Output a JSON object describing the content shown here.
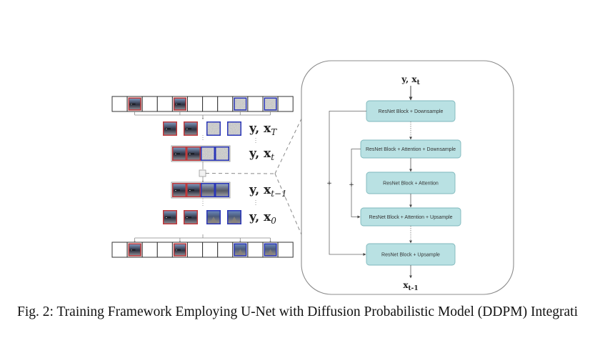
{
  "figure": {
    "caption": "Fig. 2: Training Framework Employing U-Net with Diffusion Probabilistic Model (DDPM) Integrati",
    "colors": {
      "condition_frame": "#c0393b",
      "target_frame": "#2a36b8",
      "box_fill": "#b9e1e3",
      "box_stroke": "#7fb8bc",
      "line": "#555555",
      "dash": "#8a8a8a"
    },
    "sequence": {
      "cells": 12,
      "condition_indices": [
        1,
        4
      ],
      "target_indices": [
        8,
        10
      ]
    },
    "stages": [
      {
        "id": "xT",
        "y_label": "y, x",
        "sub": "T",
        "state": "noise",
        "grouped": false
      },
      {
        "id": "xt",
        "y_label": "y, x",
        "sub": "t",
        "state": "noise",
        "grouped": true
      },
      {
        "id": "xt-1",
        "y_label": "y, x",
        "sub": "t−1",
        "state": "partial",
        "grouped": true
      },
      {
        "id": "x0",
        "y_label": "y, x",
        "sub": "0",
        "state": "clean",
        "grouped": false
      }
    ],
    "unet": {
      "input_label": "y, x",
      "input_sub": "t",
      "output_label": "x",
      "output_sub": "t-1",
      "blocks": [
        "ResNet Block + Downsample",
        "ResNet Block + Attention + Downsample",
        "ResNet Block + Attention",
        "ResNet Block + Attention + Upsample",
        "ResNet Block + Upsample"
      ],
      "skip_symbol": "+"
    }
  }
}
